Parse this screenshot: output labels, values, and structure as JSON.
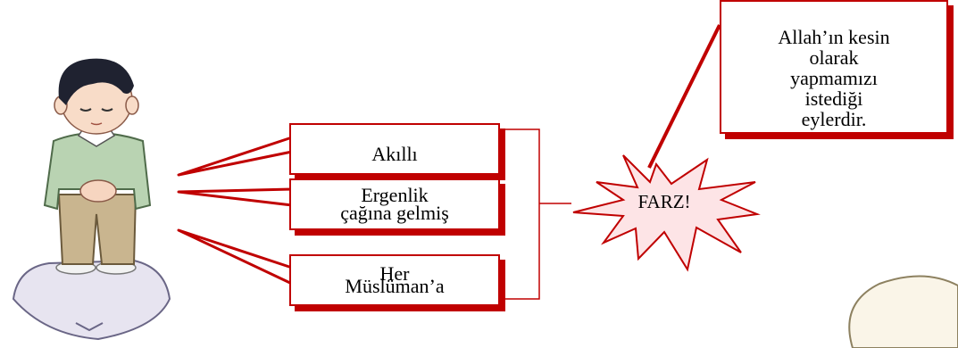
{
  "conditions": {
    "akilli": "Akıllı",
    "ergenlik_line1": "Ergenlik",
    "ergenlik_line2": "çağına gelmiş",
    "her_line1": "Her",
    "her_line2": "Müslüman’a"
  },
  "central": {
    "label": "FARZ!"
  },
  "definition": {
    "line1": "Allah’ın kesin",
    "line2": "olarak",
    "line3": "yapmamızı",
    "line4": "istediği",
    "line5": "eylerdir."
  },
  "colors": {
    "accent": "#c00000",
    "burst_fill": "#fde4e6",
    "shirt": "#b9d3b2",
    "pants": "#c9b58f",
    "hair": "#1f2230",
    "mat": "#e7e4f0"
  },
  "icons": {
    "figure": "boy-praying-on-mat",
    "burst": "starburst-callout"
  }
}
